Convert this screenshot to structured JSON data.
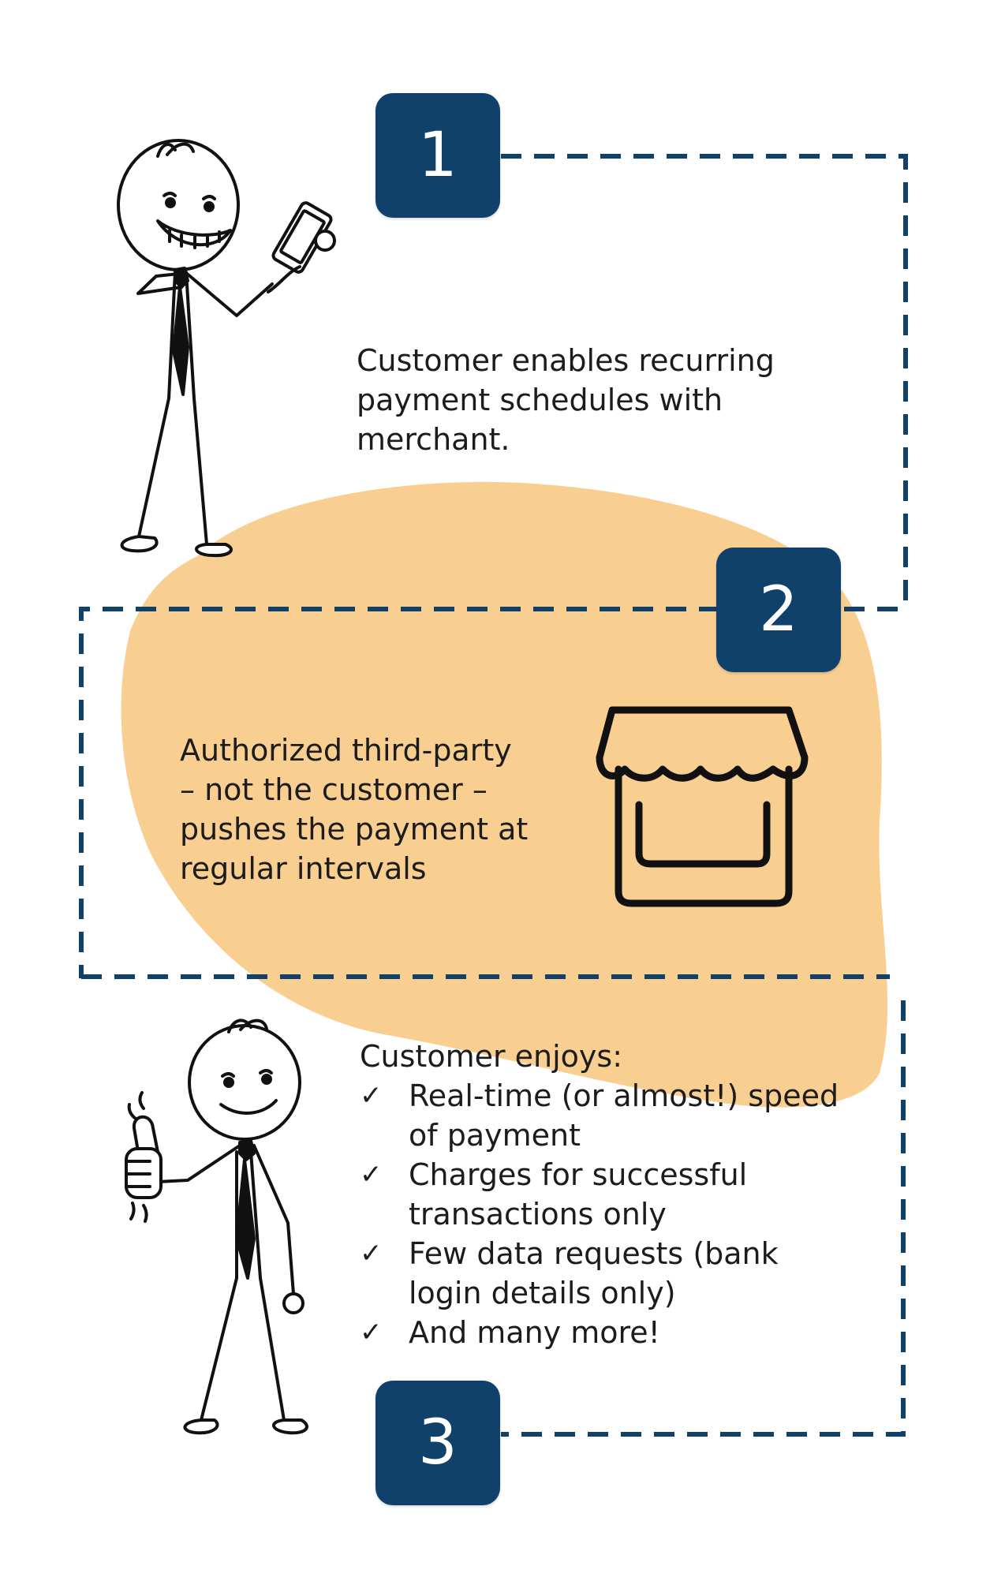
{
  "colors": {
    "accent_navy": "#0f416b",
    "blob_orange": "#f9cf91",
    "text": "#1c1c1c"
  },
  "steps": [
    {
      "number": "1",
      "lines": [
        "Customer enables recurring",
        "payment schedules with",
        "merchant."
      ],
      "illustration": "stick-figure-with-phone"
    },
    {
      "number": "2",
      "lines": [
        "Authorized third-party",
        "– not the customer –",
        "pushes the payment at",
        "regular intervals"
      ],
      "icon": "storefront-icon"
    },
    {
      "number": "3",
      "heading": "Customer enjoys:",
      "check_symbol": "✓",
      "bullets": [
        [
          "Real-time (or almost!) speed",
          "of payment"
        ],
        [
          "Charges for successful",
          "transactions only"
        ],
        [
          "Few  data requests (bank",
          "login details only)"
        ],
        [
          "And many more!"
        ]
      ],
      "illustration": "stick-figure-thumbs-up"
    }
  ]
}
